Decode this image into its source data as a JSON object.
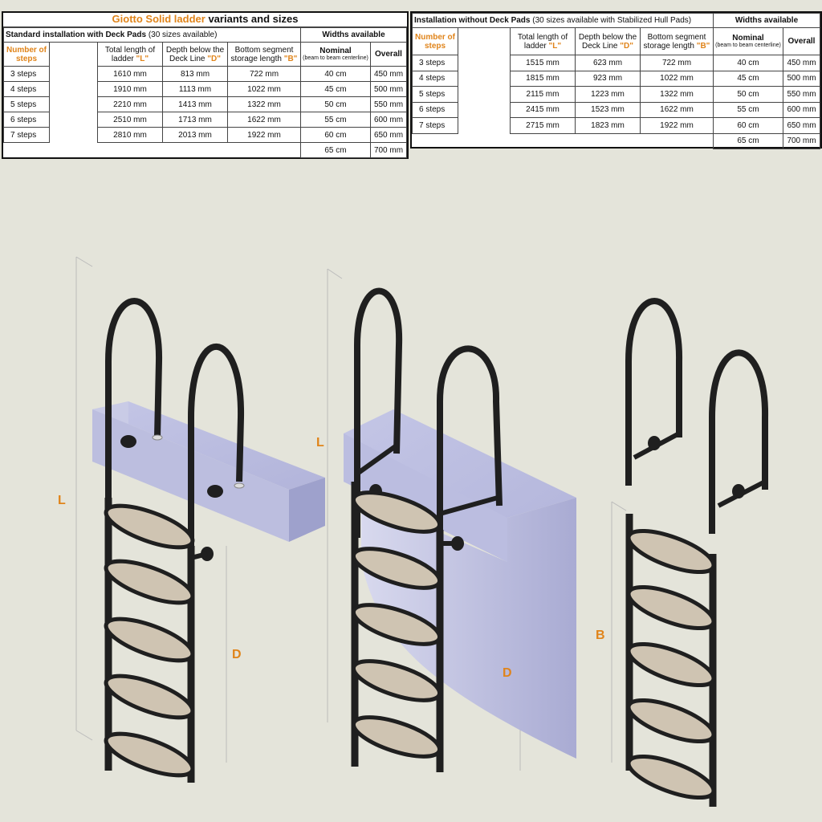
{
  "table_standard": {
    "title_orange": "Giotto Solid ladder",
    "title_rest": "variants and sizes",
    "subtitle_bold": "Standard installation with Deck Pads",
    "subtitle_light": "(30 sizes available)",
    "widths_header": "Widths available",
    "col_steps": "Number of steps",
    "col_total_1": "Total length of ladder",
    "col_total_key": "\"L\"",
    "col_depth_1": "Depth below the Deck Line",
    "col_depth_key": "\"D\"",
    "col_bottom_1": "Bottom segment storage length",
    "col_bottom_key": "\"B\"",
    "col_nominal": "Nominal",
    "col_nominal_note": "(beam to beam centerline)",
    "col_overall": "Overall",
    "rows": [
      {
        "steps": "3 steps",
        "total": "1610 mm",
        "depth": "813 mm",
        "bottom": "722 mm",
        "nominal": "40 cm",
        "overall": "450 mm"
      },
      {
        "steps": "4 steps",
        "total": "1910 mm",
        "depth": "1113 mm",
        "bottom": "1022 mm",
        "nominal": "45 cm",
        "overall": "500 mm"
      },
      {
        "steps": "5 steps",
        "total": "2210 mm",
        "depth": "1413 mm",
        "bottom": "1322 mm",
        "nominal": "50 cm",
        "overall": "550 mm"
      },
      {
        "steps": "6 steps",
        "total": "2510 mm",
        "depth": "1713 mm",
        "bottom": "1622 mm",
        "nominal": "55 cm",
        "overall": "600 mm"
      },
      {
        "steps": "7 steps",
        "total": "2810 mm",
        "depth": "2013 mm",
        "bottom": "1922 mm",
        "nominal": "60 cm",
        "overall": "650 mm"
      }
    ],
    "extra_width": {
      "nominal": "65 cm",
      "overall": "700 mm"
    }
  },
  "table_nodeck": {
    "subtitle_bold": "Installation without Deck Pads",
    "subtitle_light": "(30 sizes available with Stabilized Hull Pads)",
    "widths_header": "Widths available",
    "col_steps": "Number of steps",
    "col_total_1": "Total length of ladder",
    "col_total_key": "\"L\"",
    "col_depth_1": "Depth below the Deck Line",
    "col_depth_key": "\"D\"",
    "col_bottom_1": "Bottom segment storage length",
    "col_bottom_key": "\"B\"",
    "col_nominal": "Nominal",
    "col_nominal_note": "(beam to beam centerline)",
    "col_overall": "Overall",
    "rows": [
      {
        "steps": "3 steps",
        "total": "1515 mm",
        "depth": "623 mm",
        "bottom": "722 mm",
        "nominal": "40 cm",
        "overall": "450 mm"
      },
      {
        "steps": "4 steps",
        "total": "1815 mm",
        "depth": "923 mm",
        "bottom": "1022 mm",
        "nominal": "45 cm",
        "overall": "500 mm"
      },
      {
        "steps": "5 steps",
        "total": "2115 mm",
        "depth": "1223 mm",
        "bottom": "1322 mm",
        "nominal": "50 cm",
        "overall": "550 mm"
      },
      {
        "steps": "6 steps",
        "total": "2415 mm",
        "depth": "1523 mm",
        "bottom": "1622 mm",
        "nominal": "55 cm",
        "overall": "600 mm"
      },
      {
        "steps": "7 steps",
        "total": "2715 mm",
        "depth": "1823 mm",
        "bottom": "1922 mm",
        "nominal": "60 cm",
        "overall": "650 mm"
      }
    ],
    "extra_width": {
      "nominal": "65 cm",
      "overall": "700 mm"
    }
  },
  "labels": {
    "l1": "L",
    "d1": "D",
    "l2": "L",
    "d2": "D",
    "b3": "B"
  },
  "colors": {
    "accent": "#e0841a",
    "ladder": "#1f1f1f",
    "tread": "#cfc4b2",
    "deck": "#b9bbdc",
    "background": "#e4e4da"
  }
}
